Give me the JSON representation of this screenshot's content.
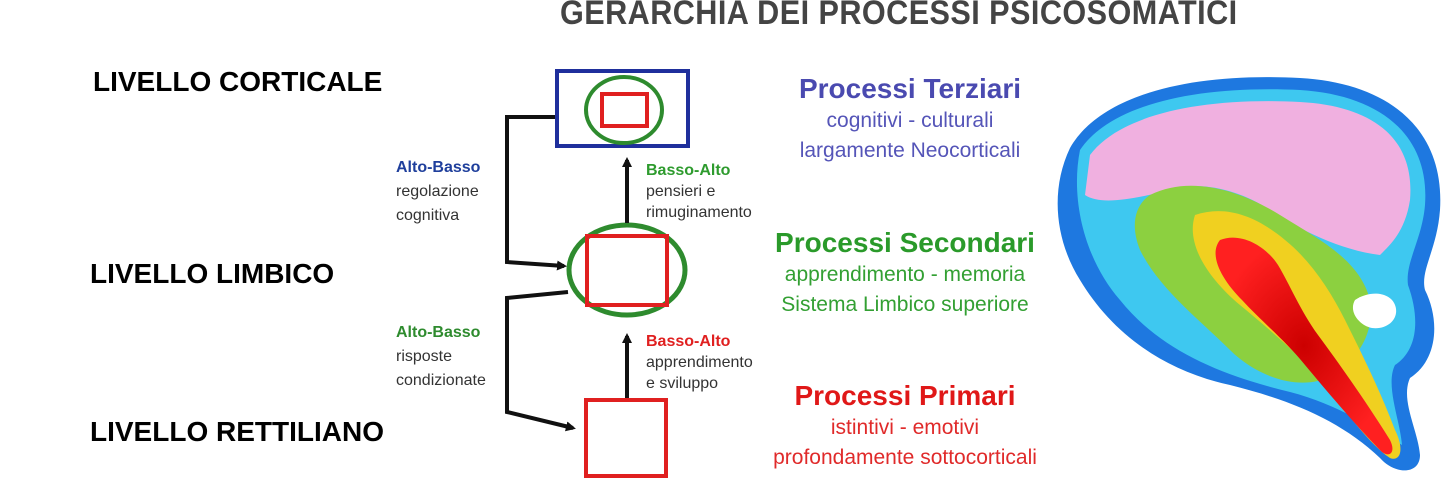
{
  "title": "GERARCHIA DEI PROCESSI PSICOSOMATICI",
  "levels": {
    "cortical": "LIVELLO CORTICALE",
    "limbic": "LIVELLO LIMBICO",
    "reptilian": "LIVELLO RETTILIANO"
  },
  "arrows": {
    "top_down_upper": {
      "head": "Alto-Basso",
      "line1": "regolazione",
      "line2": "cognitiva"
    },
    "top_down_lower": {
      "head": "Alto-Basso",
      "line1": "risposte",
      "line2": "condizionate"
    },
    "bottom_up_upper": {
      "head": "Basso-Alto",
      "line1": "pensieri e",
      "line2": "rimuginamento"
    },
    "bottom_up_lower": {
      "head": "Basso-Alto",
      "line1": "apprendimento",
      "line2": "e sviluppo"
    }
  },
  "processes": {
    "tertiary": {
      "title": "Processi Terziari",
      "line1": "cognitivi - culturali",
      "line2": "largamente Neocorticali"
    },
    "secondary": {
      "title": "Processi Secondari",
      "line1": "apprendimento - memoria",
      "line2": "Sistema Limbico superiore"
    },
    "primary": {
      "title": "Processi Primari",
      "line1": "istintivi - emotivi",
      "line2": "profondamente sottocorticali"
    }
  },
  "colors": {
    "neocortex": "#1f3f9c",
    "limbic": "#2e8b2e",
    "reptilian": "#e02020"
  }
}
